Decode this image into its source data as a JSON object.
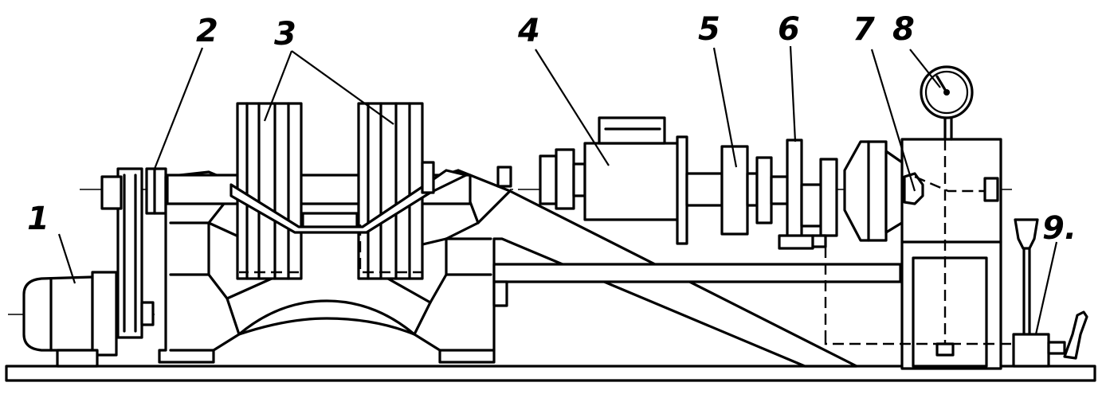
{
  "callouts": [
    {
      "id": "1",
      "label": "1"
    },
    {
      "id": "2",
      "label": "2"
    },
    {
      "id": "3",
      "label": "3"
    },
    {
      "id": "4",
      "label": "4"
    },
    {
      "id": "5",
      "label": "5"
    },
    {
      "id": "6",
      "label": "6"
    },
    {
      "id": "7",
      "label": "7"
    },
    {
      "id": "8",
      "label": "8"
    },
    {
      "id": "9",
      "label": "9."
    }
  ],
  "colors": {
    "ink": "#000000",
    "paper": "#ffffff"
  },
  "icons": {
    "gauge": "pressure-gauge-icon"
  }
}
